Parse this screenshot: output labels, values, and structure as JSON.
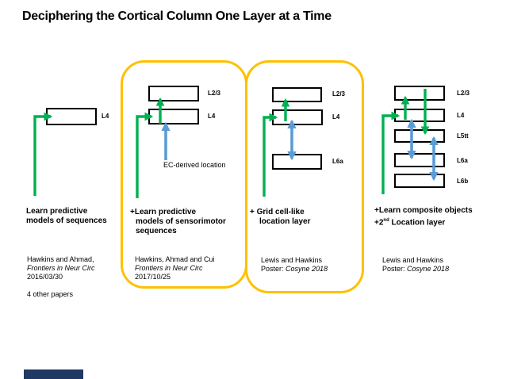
{
  "title": "Deciphering the Cortical Column One Layer at a Time",
  "colors": {
    "arrow_green": "#00b050",
    "arrow_blue": "#5b9bd5",
    "highlight_border_yellow": "#ffc000",
    "box_border": "#000000",
    "footer_bar_navy": "#1f3864"
  },
  "panels": [
    {
      "layers": [
        "L4"
      ],
      "caption": [
        "Learn predictive",
        "models of sequences"
      ],
      "citation": {
        "authors": "Hawkins and Ahmad,",
        "journal": "Frontiers in Neur Circ",
        "date": "2016/03/30"
      },
      "note": "4 other papers"
    },
    {
      "layers": [
        "L2/3",
        "L4"
      ],
      "caption": [
        "+Learn predictive",
        "models of sensorimotor",
        "sequences"
      ],
      "annotation": "EC-derived location",
      "citation": {
        "authors": "Hawkins, Ahmad and Cui",
        "journal": "Frontiers in Neur Circ",
        "date": "2017/10/25"
      }
    },
    {
      "layers": [
        "L2/3",
        "L4",
        "L6a"
      ],
      "caption": [
        "+ Grid cell-like",
        "location layer"
      ],
      "citation": {
        "authors": "Lewis and Hawkins",
        "poster_label": "Poster:",
        "poster_venue": "Cosyne 2018"
      }
    },
    {
      "layers": [
        "L2/3",
        "L4",
        "L5tt",
        "L6a",
        "L6b"
      ],
      "caption_line1": "+Learn composite objects",
      "caption_line2": {
        "pre": "+2",
        "sup": "nd",
        "post": " Location layer"
      },
      "citation": {
        "authors": "Lewis and Hawkins",
        "poster_label": "Poster:",
        "poster_venue": "Cosyne 2018"
      }
    }
  ]
}
